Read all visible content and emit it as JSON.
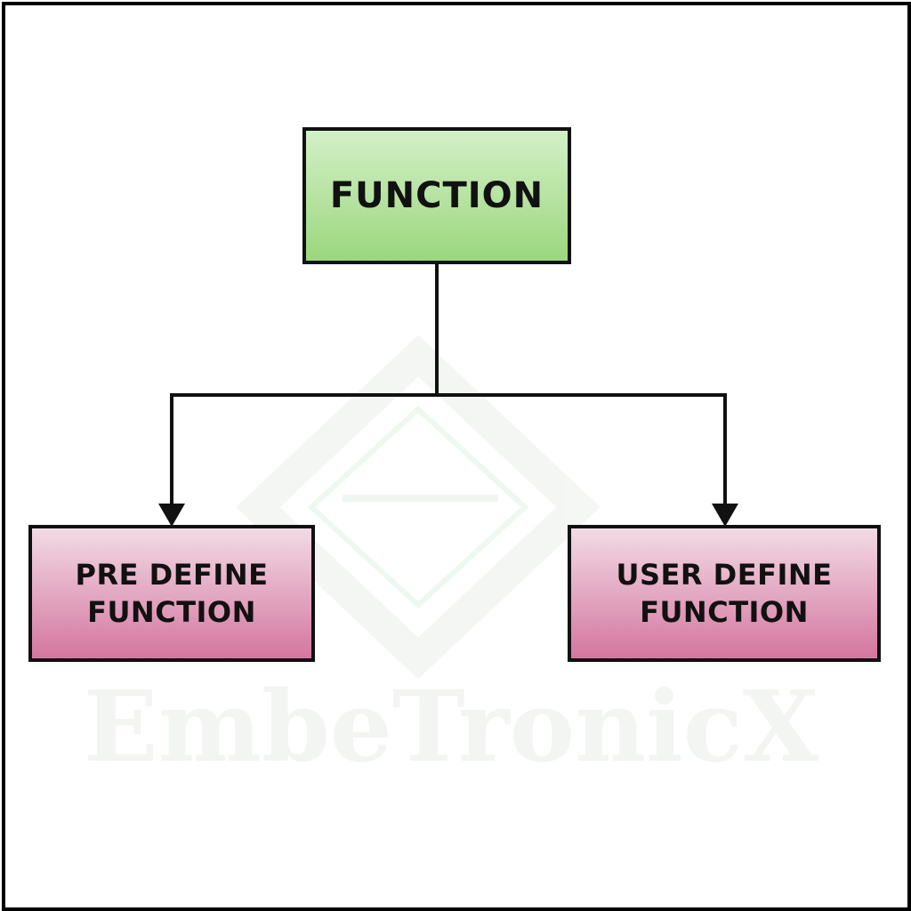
{
  "diagram": {
    "colors": {
      "root_top": "#cdeec0",
      "root_bottom": "#9fd983",
      "child_top": "#f0d5e1",
      "child_bottom": "#d67aa6",
      "stroke": "#111111",
      "watermark": "#eef3ee"
    },
    "root": {
      "label": "FUNCTION"
    },
    "children": [
      {
        "label_line1": "PRE DEFINE",
        "label_line2": "FUNCTION"
      },
      {
        "label_line1": "USER DEFINE",
        "label_line2": "FUNCTION"
      }
    ],
    "watermark_text": "EmbeTronicX"
  }
}
